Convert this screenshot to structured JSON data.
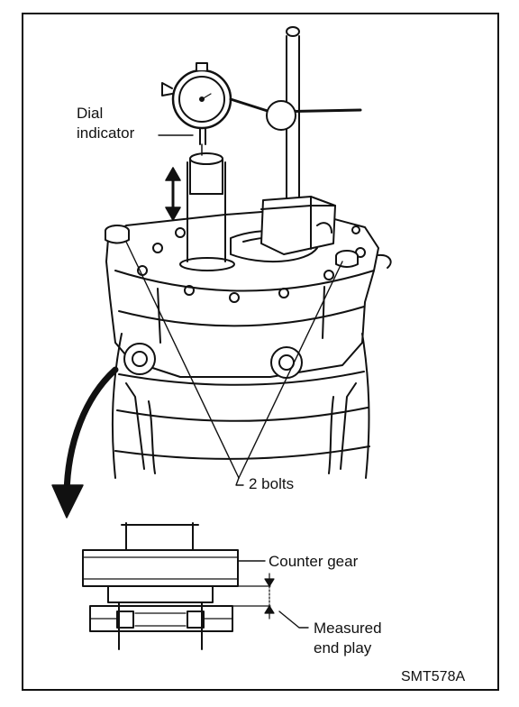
{
  "labels": {
    "dial_indicator_line1": "Dial",
    "dial_indicator_line2": "indicator",
    "bolts": "2 bolts",
    "counter_gear": "Counter gear",
    "end_play_line1": "Measured",
    "end_play_line2": "end play",
    "figure_code": "SMT578A"
  }
}
